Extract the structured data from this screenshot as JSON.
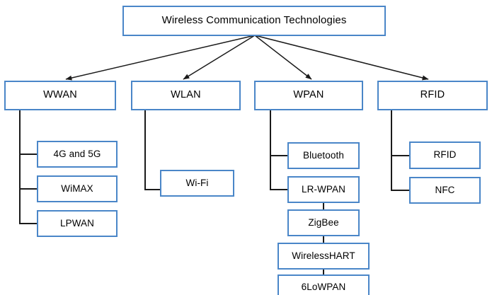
{
  "diagram": {
    "type": "tree-hierarchy",
    "title": "Wireless Communication Technologies",
    "colors": {
      "box_border": "#4a86c8",
      "box_fill": "#ffffff",
      "connector": "#1a1a1a",
      "text": "#000000",
      "background": "#ffffff"
    },
    "root": {
      "label": "Wireless Communication Technologies"
    },
    "categories": [
      {
        "label": "WWAN"
      },
      {
        "label": "WLAN"
      },
      {
        "label": "WPAN"
      },
      {
        "label": "RFID"
      }
    ],
    "leaves": {
      "wwan": [
        {
          "label": "4G and 5G"
        },
        {
          "label": "WiMAX"
        },
        {
          "label": "LPWAN"
        }
      ],
      "wlan": [
        {
          "label": "Wi-Fi"
        }
      ],
      "wpan": [
        {
          "label": "Bluetooth"
        },
        {
          "label": "LR-WPAN"
        },
        {
          "label": "ZigBee"
        },
        {
          "label": "WirelessHART"
        },
        {
          "label": "6LoWPAN"
        }
      ],
      "rfid": [
        {
          "label": "RFID"
        },
        {
          "label": "NFC"
        }
      ]
    }
  }
}
